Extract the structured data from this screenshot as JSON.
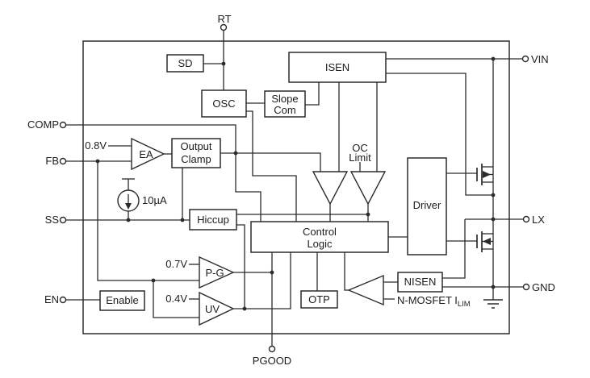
{
  "diagram": {
    "background": "#ffffff",
    "line_color": "#2b2b2b",
    "text_color": "#1c1c1c"
  },
  "pins": {
    "rt": "RT",
    "vin": "VIN",
    "lx": "LX",
    "gnd": "GND",
    "pgood": "PGOOD",
    "comp": "COMP",
    "fb": "FB",
    "ss": "SS",
    "en": "EN"
  },
  "blocks": {
    "sd": "SD",
    "osc": "OSC",
    "slope_com": {
      "line1": "Slope",
      "line2": "Com"
    },
    "isen": "ISEN",
    "output_clamp": {
      "line1": "Output",
      "line2": "Clamp"
    },
    "hiccup": "Hiccup",
    "control_logic": {
      "line1": "Control",
      "line2": "Logic"
    },
    "driver": "Driver",
    "enable": "Enable",
    "otp": "OTP",
    "nisen": "NISEN"
  },
  "amplifiers": {
    "error_amp": "EA",
    "power_good": "P-G",
    "undervoltage": "UV"
  },
  "labels": {
    "vref": "0.8V",
    "pg_threshold": "0.7V",
    "uv_threshold": "0.4V",
    "ss_current": "10µA",
    "oc_line1": "OC",
    "oc_line2": "Limit",
    "nmos_ilim_text": "N-MOSFET I",
    "nmos_ilim_sub": "LIM"
  }
}
